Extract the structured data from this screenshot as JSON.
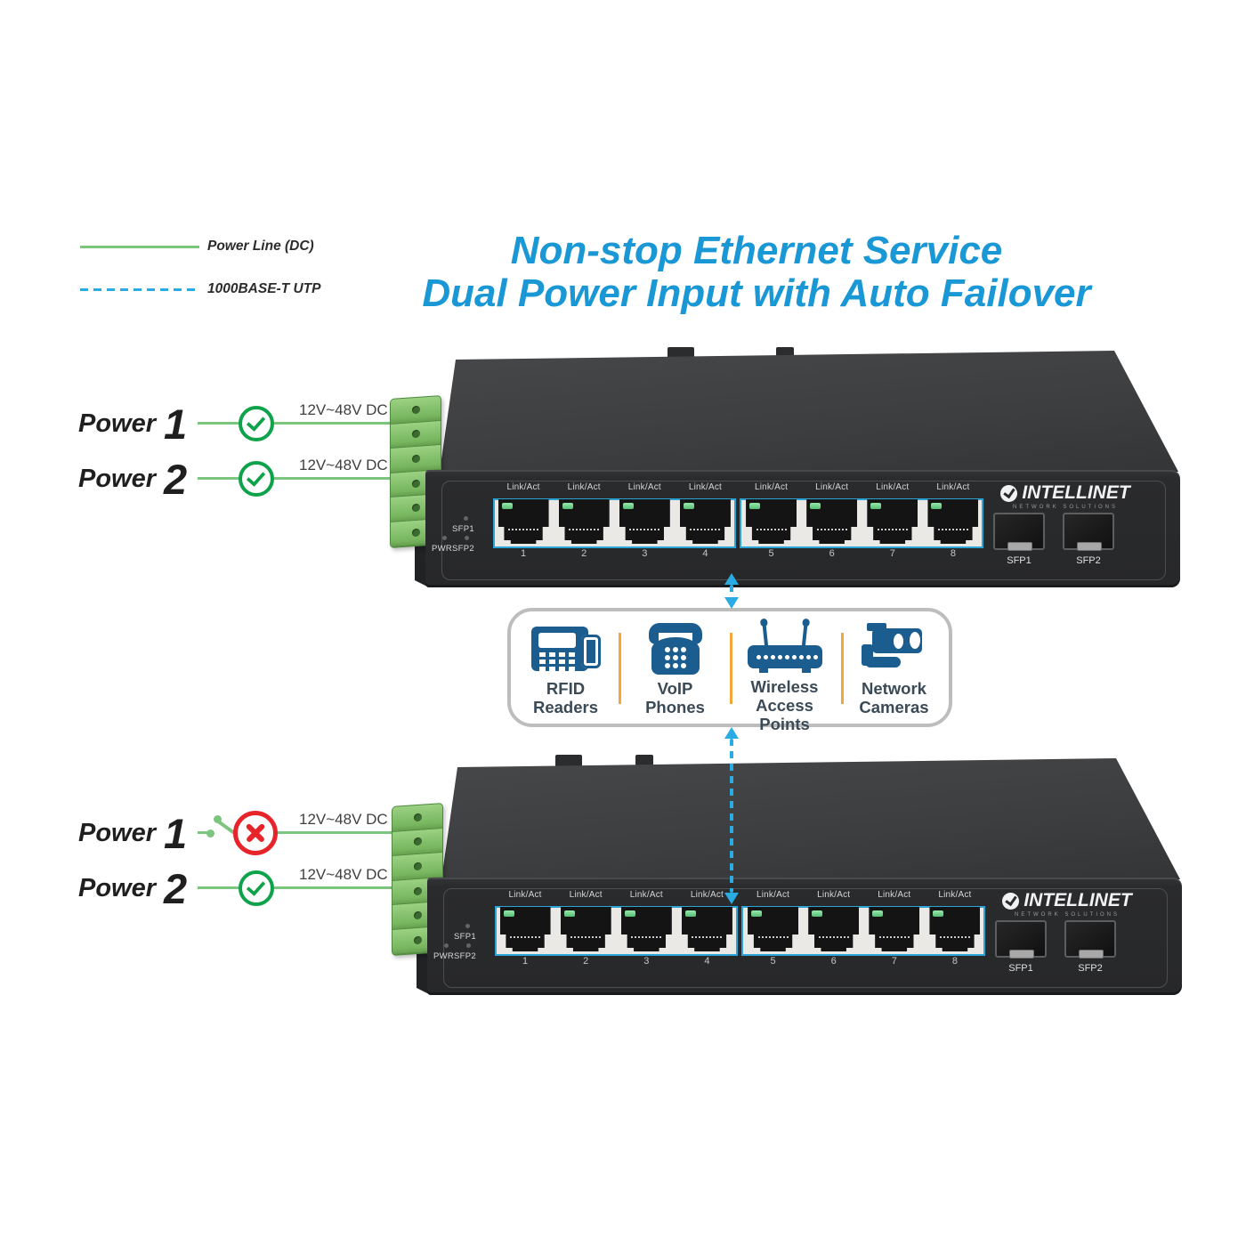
{
  "legend": {
    "power_line_label": "Power Line (DC)",
    "utp_label": "1000BASE-T UTP"
  },
  "title": {
    "line1": "Non-stop Ethernet Service",
    "line2": "Dual Power Input with Auto Failover"
  },
  "power": {
    "rows": [
      {
        "section": "top",
        "label": "Power",
        "number": "1",
        "voltage": "12V~48V DC",
        "status": "connected"
      },
      {
        "section": "top",
        "label": "Power",
        "number": "2",
        "voltage": "12V~48V DC",
        "status": "connected"
      },
      {
        "section": "bottom",
        "label": "Power",
        "number": "1",
        "voltage": "12V~48V DC",
        "status": "failed"
      },
      {
        "section": "bottom",
        "label": "Power",
        "number": "2",
        "voltage": "12V~48V DC",
        "status": "connected"
      }
    ]
  },
  "switch": {
    "brand": "INTELLINET",
    "brand_sub": "NETWORK SOLUTIONS",
    "port_label": "Link/Act",
    "port_numbers": [
      "1",
      "2",
      "3",
      "4",
      "5",
      "6",
      "7",
      "8"
    ],
    "led_labels": {
      "pwr": "PWR",
      "sfp1": "SFP1",
      "sfp2": "SFP2"
    },
    "sfp_labels": [
      "SFP1",
      "SFP2"
    ]
  },
  "devices": [
    {
      "icon": "rfid-reader-icon",
      "label_line1": "RFID",
      "label_line2": "Readers"
    },
    {
      "icon": "voip-phone-icon",
      "label_line1": "VoIP",
      "label_line2": "Phones"
    },
    {
      "icon": "wireless-access-point-icon",
      "label_line1": "Wireless",
      "label_line2": "Access Points"
    },
    {
      "icon": "network-camera-icon",
      "label_line1": "Network",
      "label_line2": "Cameras"
    }
  ],
  "colors": {
    "title_blue": "#1a97d5",
    "dashed_blue": "#2aabe2",
    "power_line_green": "#7cc57e",
    "ok_green": "#0ea24b",
    "fail_red": "#e8242b",
    "icon_navy": "#1c5d90",
    "divider_orange": "#f3a73a",
    "terminal_green": "#7db763"
  }
}
